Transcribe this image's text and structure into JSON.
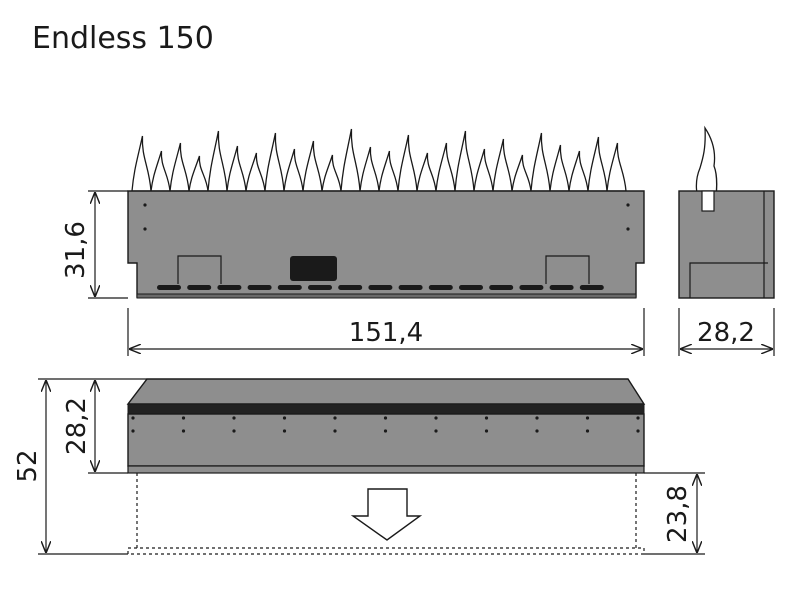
{
  "title": "Endless 150",
  "dimensions": {
    "front_height": "31,6",
    "front_width": "151,4",
    "side_width": "28,2",
    "total_height": "52",
    "top_height": "28,2",
    "bottom_height": "23,8"
  },
  "colors": {
    "body": "#8e8e8e",
    "line": "#1a1a1a",
    "background": "#ffffff"
  },
  "icons": {
    "insert_direction": "down-arrow-icon"
  }
}
